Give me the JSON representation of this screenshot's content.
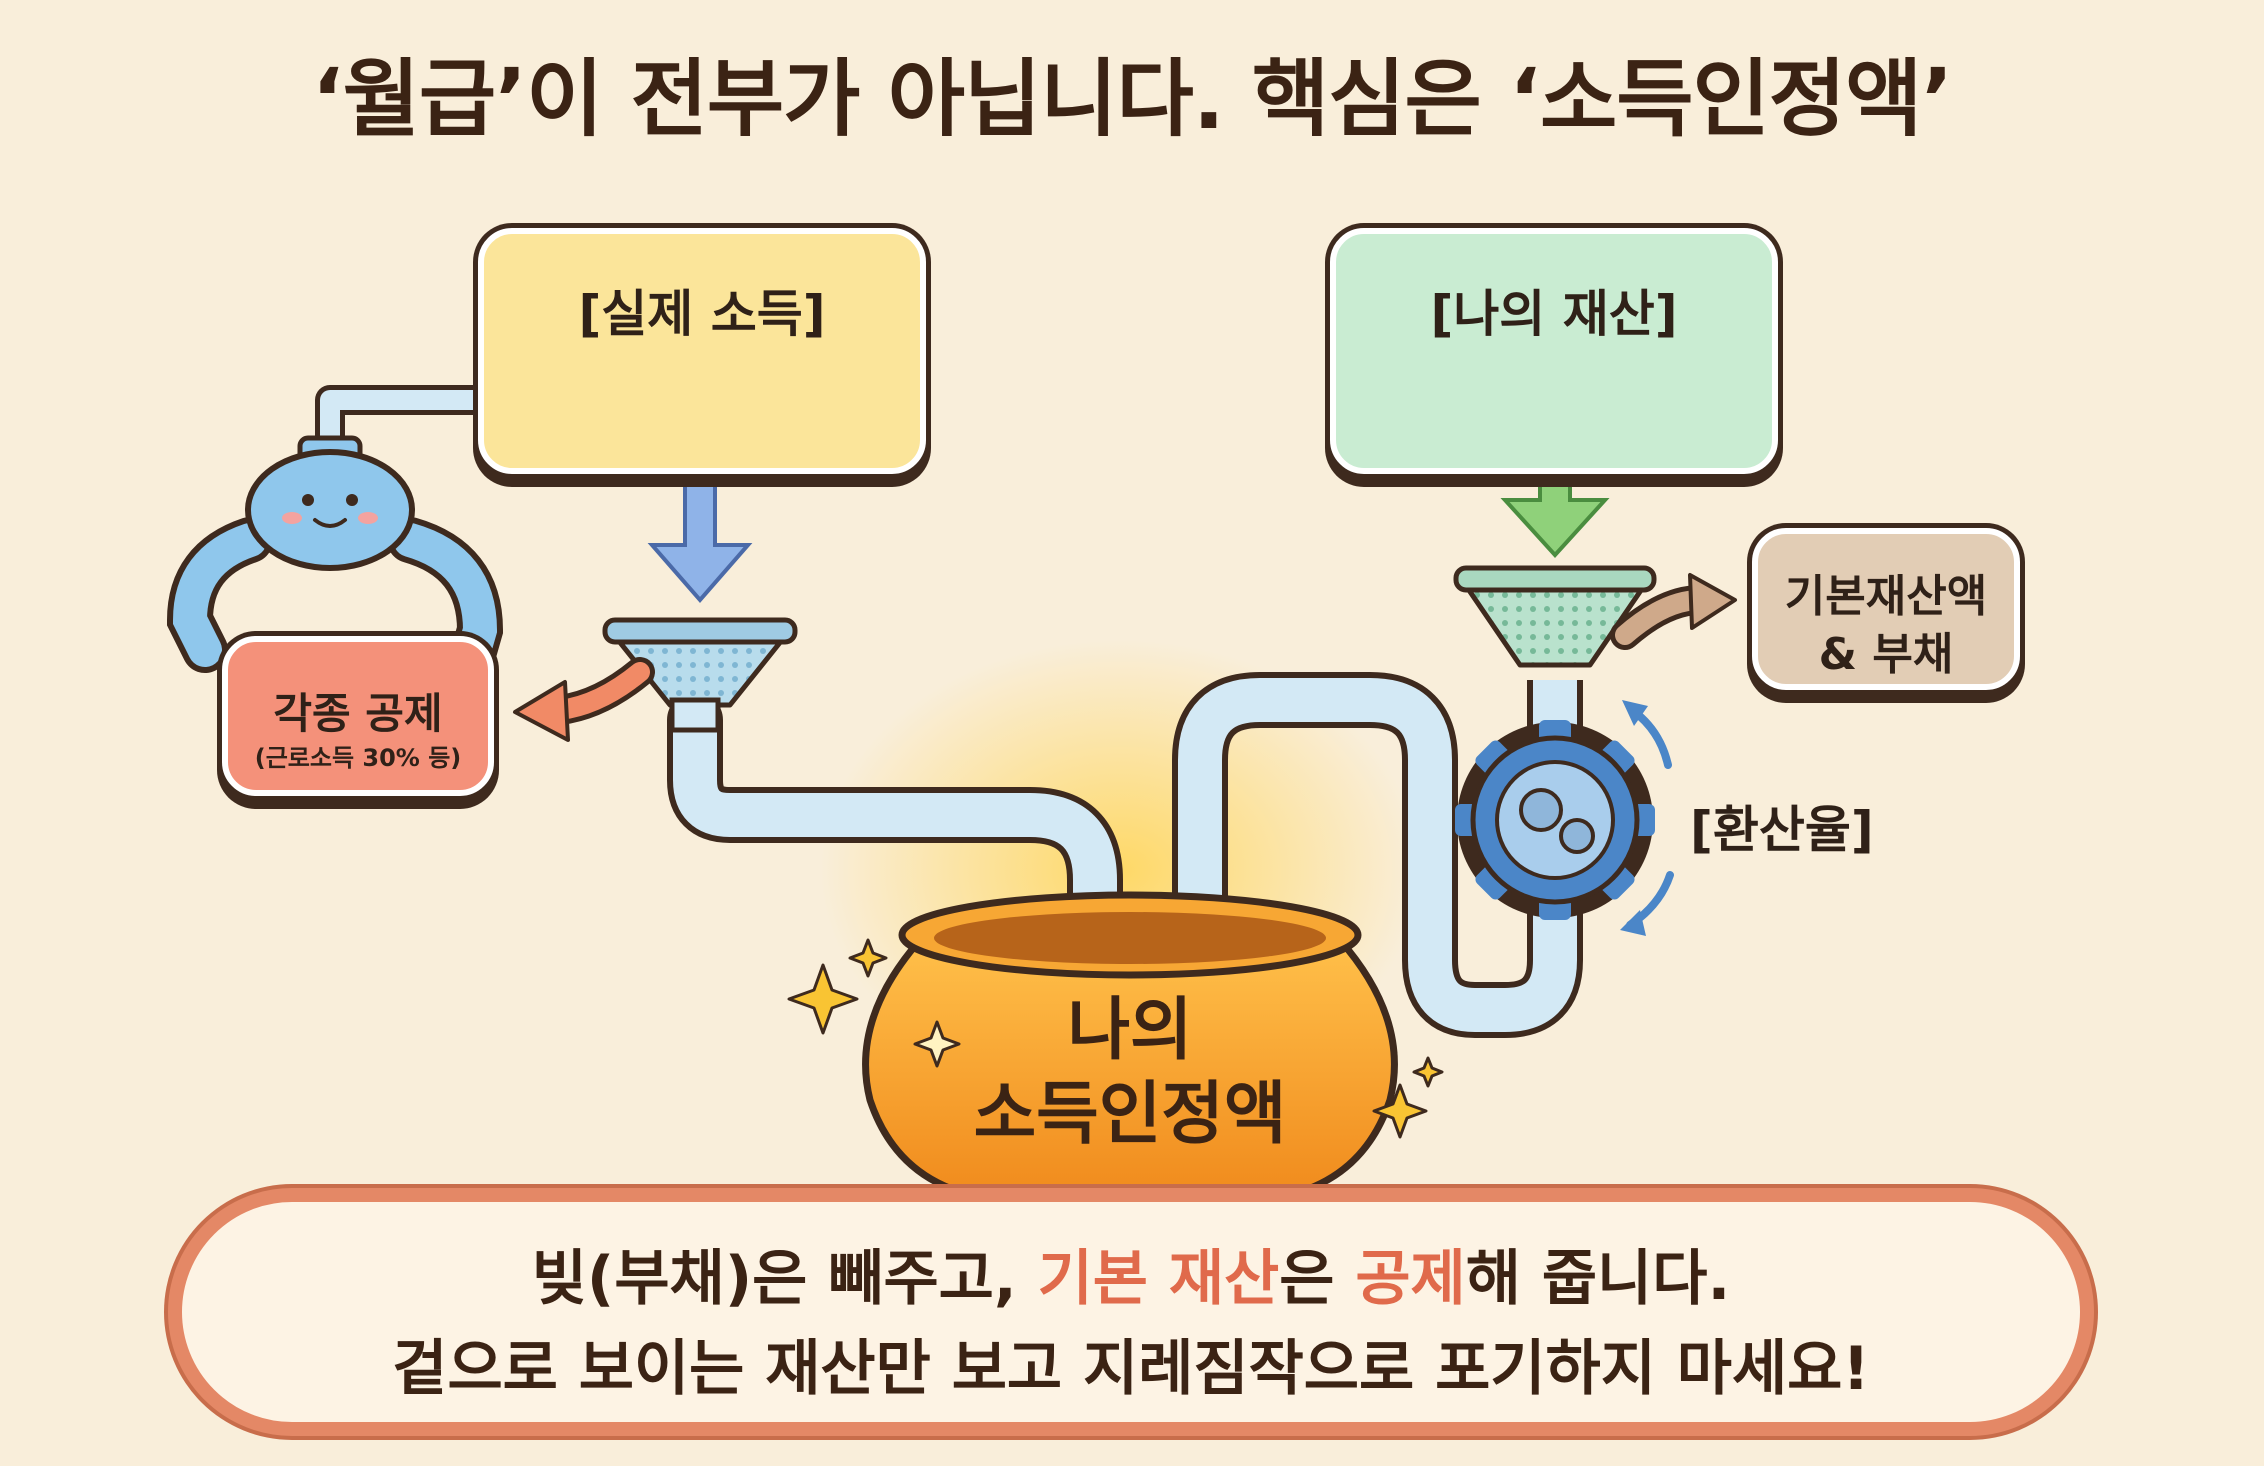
{
  "title": "‘월급’이 전부가 아닙니다. 핵심은 ‘소득인정액’",
  "income_box": {
    "label": "[실제 소득]"
  },
  "property_box": {
    "label": "[나의 재산]"
  },
  "deduction_box": {
    "title": "각종 공제",
    "note": "(근로소득 30% 등)"
  },
  "base_box": {
    "line1": "기본재산액",
    "line2": "& 부채"
  },
  "conversion_label": "[환산율]",
  "pot": {
    "line1": "나의",
    "line2": "소득인정액"
  },
  "banner": {
    "line1_a": "빚(부채)은 빼주고, ",
    "line1_b": "기본 재산",
    "line1_c": "은 ",
    "line1_d": "공제",
    "line1_e": "해 줍니다.",
    "line2": "겉으로 보이는 재산만 보고 지레짐작으로 포기하지 마세요!"
  },
  "colors": {
    "background": "#f9eeda",
    "income_box": "#fbe59a",
    "property_box": "#c9ecd2",
    "deduction_box": "#f4917a",
    "base_box": "#e2cdb5",
    "pipe": "#d3e9f5",
    "pot": "#f5a12c",
    "highlight": "#e06a4b"
  },
  "icons": [
    "coins-icon",
    "cash-bill-icon",
    "house-icon",
    "car-icon",
    "savings-card-icon",
    "robot-hand-icon",
    "funnel-icon",
    "gear-icon",
    "pot-icon",
    "sparkle-icon"
  ]
}
